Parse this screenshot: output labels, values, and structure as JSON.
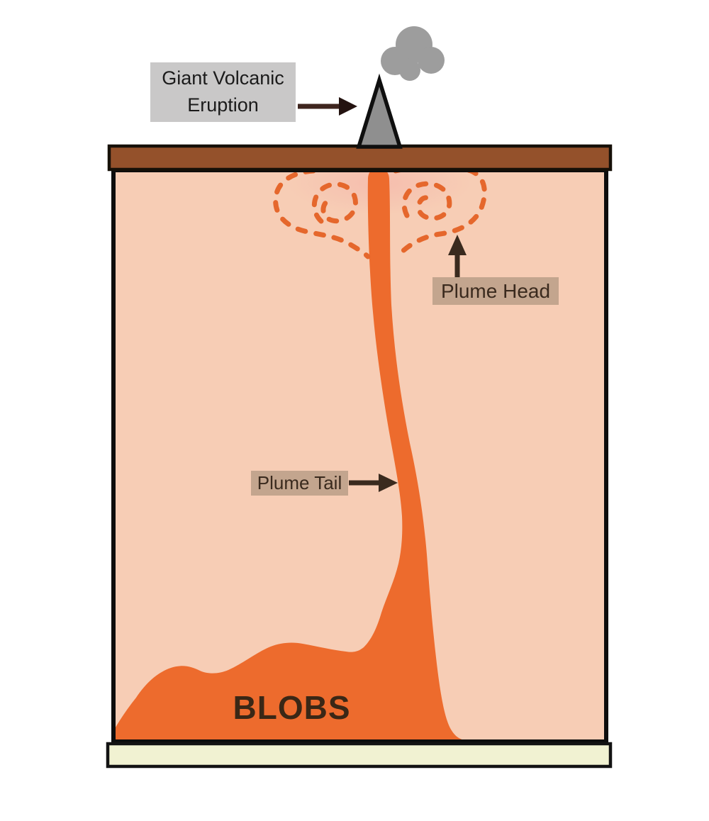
{
  "diagram": {
    "labels": {
      "eruption": "Giant Volcanic Eruption",
      "plume_head": "Plume Head",
      "plume_tail": "Plume Tail",
      "blobs": "BLOBS"
    }
  },
  "colors": {
    "plume_orange": "#ED6B2D",
    "swirl_orange": "#E5672C",
    "mantle_pink": "#F7CDB5",
    "crust_brown": "#94512B",
    "core_cream": "#F1F2D2",
    "gray_label": "#C9C8C8",
    "tan_label": "#C3A58E",
    "dark_brown": "#3A2A1E",
    "arrow_brown": "#3E251E",
    "volcano_gray": "#8F8F8F",
    "smoke_gray": "#9D9D9D"
  }
}
